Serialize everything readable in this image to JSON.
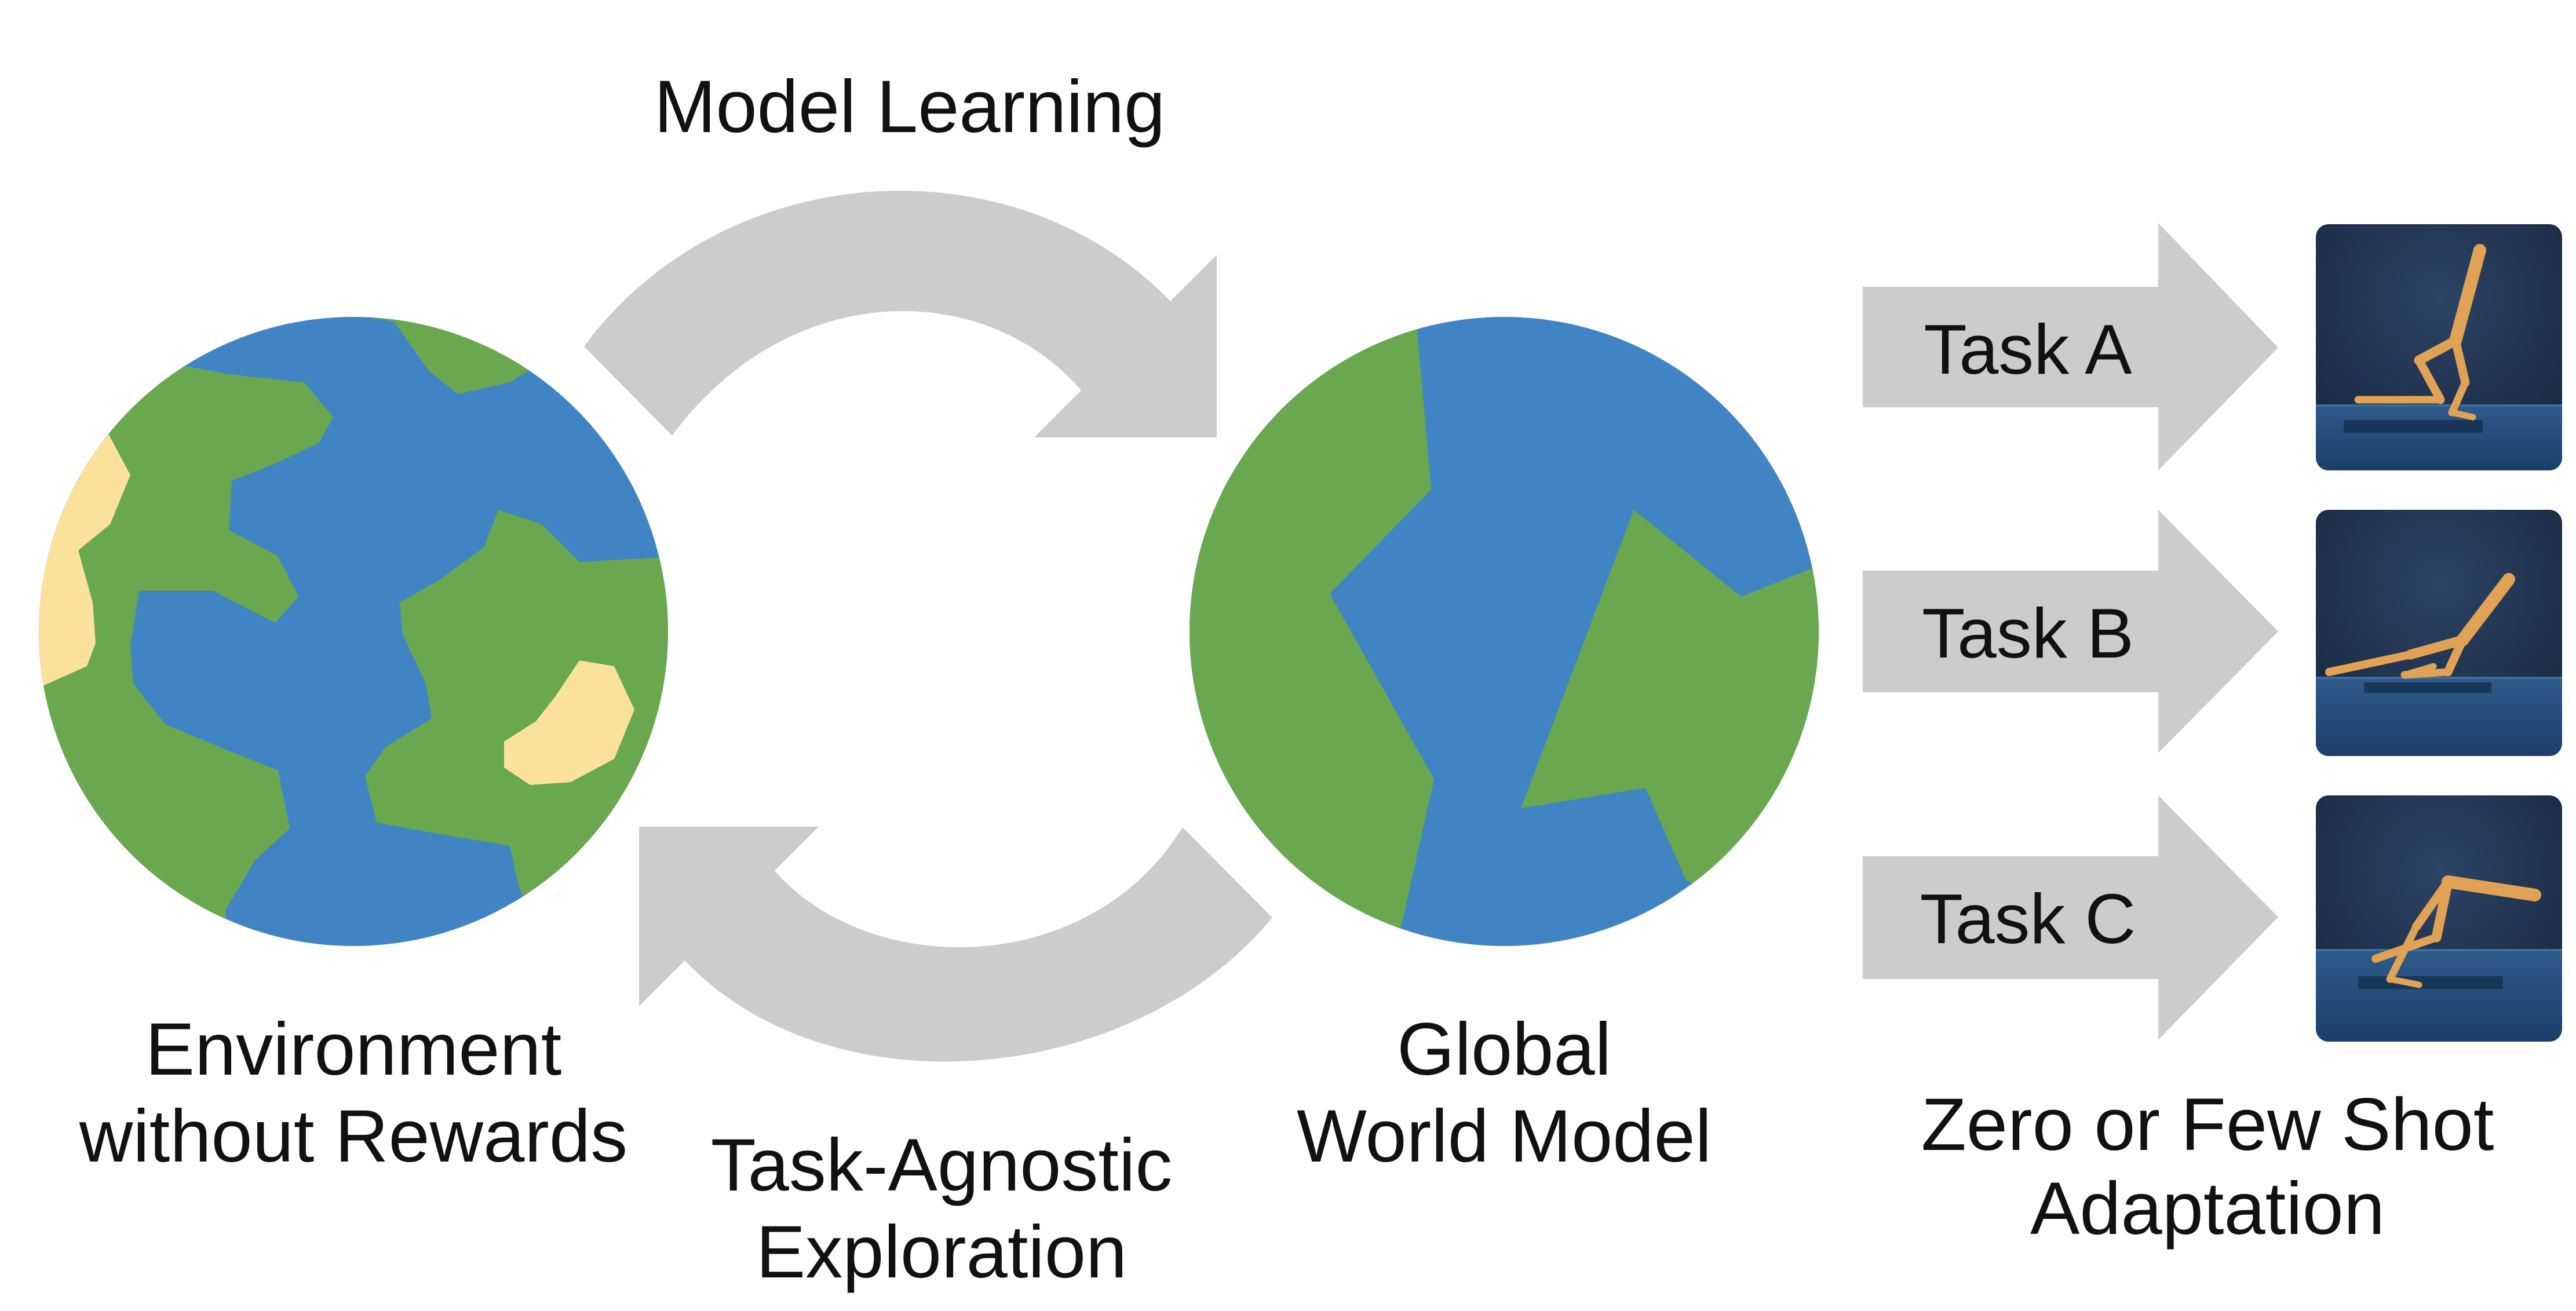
{
  "labels": {
    "model_learning": "Model Learning",
    "environment_line1": "Environment",
    "environment_line2": "without Rewards",
    "exploration_line1": "Task-Agnostic",
    "exploration_line2": "Exploration",
    "world_model_line1": "Global",
    "world_model_line2": "World Model",
    "adaptation_line1": "Zero or Few Shot",
    "adaptation_line2": "Adaptation"
  },
  "tasks": [
    {
      "label": "Task A"
    },
    {
      "label": "Task B"
    },
    {
      "label": "Task C"
    }
  ],
  "colors": {
    "ocean_blue": "#4184C4",
    "land_green": "#6AA84F",
    "sand_yellow": "#FBE29B",
    "arrow_gray": "#CCCCCC",
    "thumb_bg": "#22344F",
    "robot_orange": "#E0A255"
  }
}
